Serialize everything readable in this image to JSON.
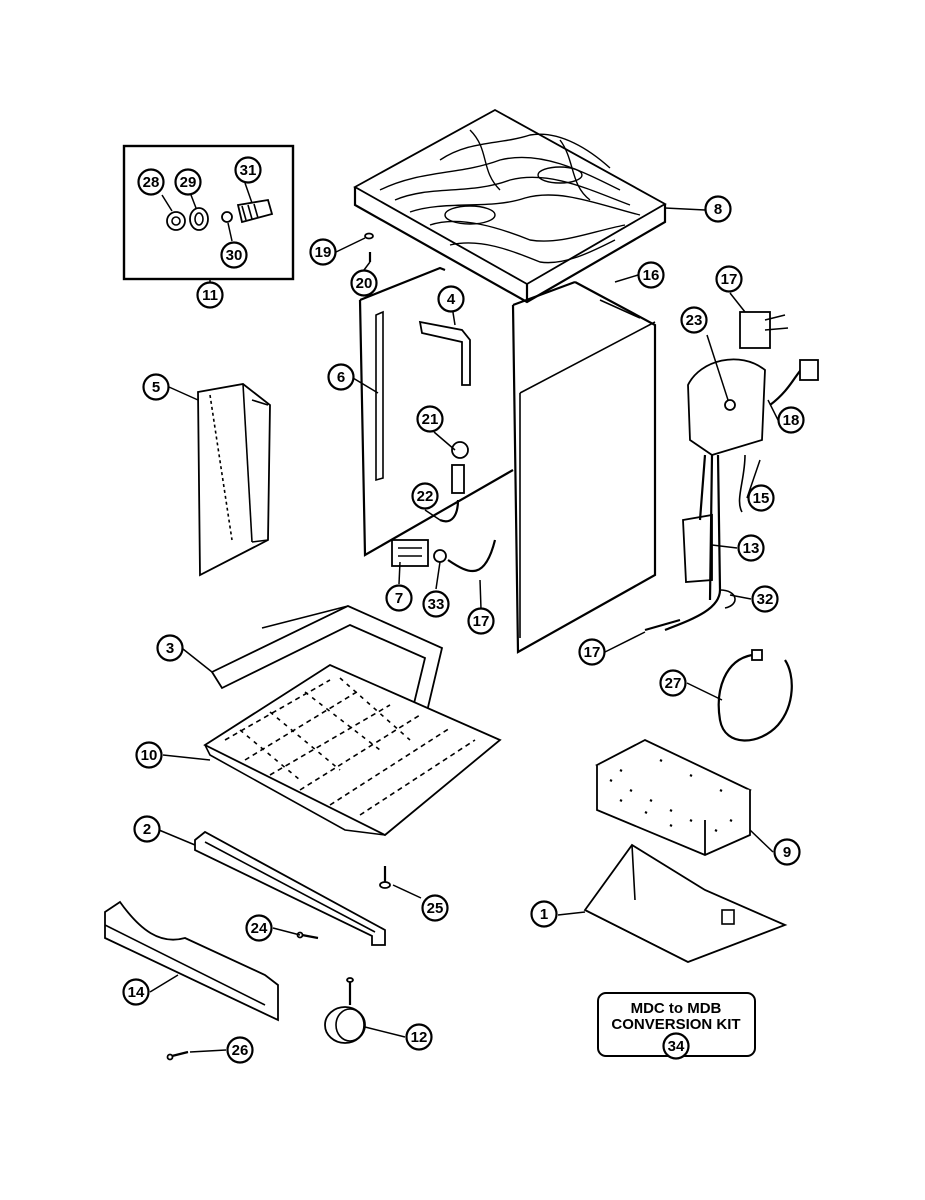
{
  "callouts": [
    {
      "id": "c1",
      "label": "1"
    },
    {
      "id": "c2",
      "label": "2"
    },
    {
      "id": "c3",
      "label": "3"
    },
    {
      "id": "c4",
      "label": "4"
    },
    {
      "id": "c5",
      "label": "5"
    },
    {
      "id": "c6",
      "label": "6"
    },
    {
      "id": "c7",
      "label": "7"
    },
    {
      "id": "c8",
      "label": "8"
    },
    {
      "id": "c9",
      "label": "9"
    },
    {
      "id": "c10",
      "label": "10"
    },
    {
      "id": "c11",
      "label": "11"
    },
    {
      "id": "c12",
      "label": "12"
    },
    {
      "id": "c13",
      "label": "13"
    },
    {
      "id": "c14",
      "label": "14"
    },
    {
      "id": "c15",
      "label": "15"
    },
    {
      "id": "c16",
      "label": "16"
    },
    {
      "id": "c17a",
      "label": "17"
    },
    {
      "id": "c17b",
      "label": "17"
    },
    {
      "id": "c17c",
      "label": "17"
    },
    {
      "id": "c18",
      "label": "18"
    },
    {
      "id": "c19",
      "label": "19"
    },
    {
      "id": "c20",
      "label": "20"
    },
    {
      "id": "c21",
      "label": "21"
    },
    {
      "id": "c22",
      "label": "22"
    },
    {
      "id": "c23",
      "label": "23"
    },
    {
      "id": "c24",
      "label": "24"
    },
    {
      "id": "c25",
      "label": "25"
    },
    {
      "id": "c26",
      "label": "26"
    },
    {
      "id": "c27",
      "label": "27"
    },
    {
      "id": "c28",
      "label": "28"
    },
    {
      "id": "c29",
      "label": "29"
    },
    {
      "id": "c30",
      "label": "30"
    },
    {
      "id": "c31",
      "label": "31"
    },
    {
      "id": "c32",
      "label": "32"
    },
    {
      "id": "c33",
      "label": "33"
    },
    {
      "id": "c34",
      "label": "34"
    }
  ],
  "conversion_kit": {
    "line1": "MDC to MDB",
    "line2": "CONVERSION KIT"
  }
}
